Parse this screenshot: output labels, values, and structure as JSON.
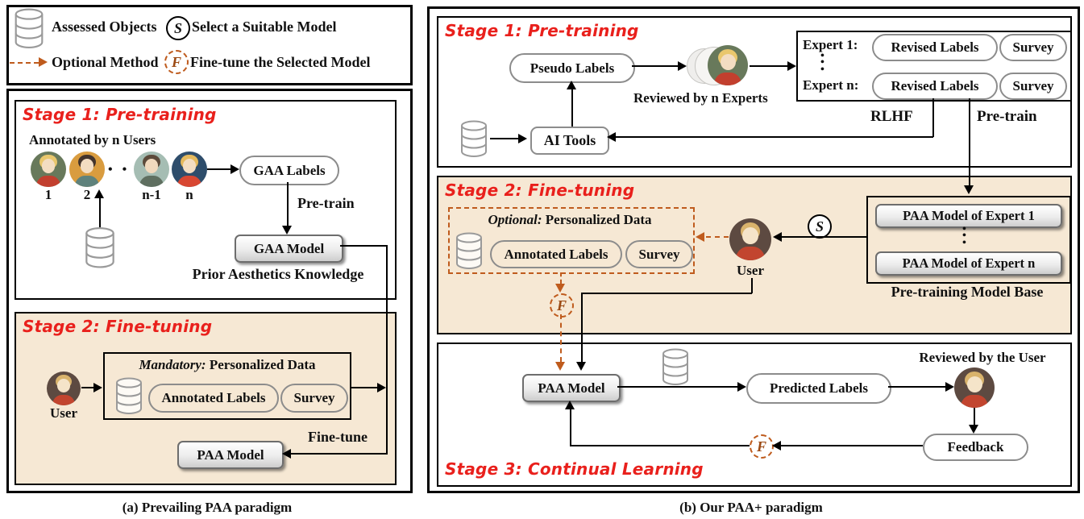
{
  "colors": {
    "accent_red": "#e9201c",
    "accent_orange": "#bf5b1d",
    "panel_beige": "#f6e8d4"
  },
  "symbols": {
    "h_dots": "• • •",
    "v_dots": "•\n•\n•",
    "s": "S",
    "f": "F"
  },
  "legend": {
    "assessed_objects": "Assessed Objects",
    "select_model": "Select a Suitable Model",
    "optional_method": "Optional Method",
    "finetune_model": "Fine-tune the Selected Model"
  },
  "panel_a": {
    "caption": "(a) Prevailing PAA paradigm",
    "stage1": {
      "title": "Stage 1: Pre-training",
      "annotated_by": "Annotated by n Users",
      "user_indices": [
        "1",
        "2",
        "n-1",
        "n"
      ],
      "gaa_labels": "GAA Labels",
      "pretrain": "Pre-train",
      "gaa_model": "GAA Model",
      "prior_knowledge": "Prior Aesthetics Knowledge"
    },
    "stage2": {
      "title": "Stage 2: Fine-tuning",
      "user": "User",
      "mandatory": "Mandatory:",
      "personalized_data": "Personalized Data",
      "annotated_labels": "Annotated Labels",
      "survey": "Survey",
      "finetune": "Fine-tune",
      "paa_model": "PAA Model"
    }
  },
  "panel_b": {
    "caption": "(b) Our PAA+ paradigm",
    "stage1": {
      "title": "Stage 1: Pre-training",
      "pseudo_labels": "Pseudo Labels",
      "ai_tools": "AI Tools",
      "reviewed_by": "Reviewed by n Experts",
      "expert_rows": [
        {
          "label": "Expert 1:",
          "revised": "Revised Labels",
          "survey": "Survey"
        },
        {
          "label": "Expert n:",
          "revised": "Revised Labels",
          "survey": "Survey"
        }
      ],
      "rlhf": "RLHF",
      "pretrain": "Pre-train"
    },
    "stage2": {
      "title": "Stage 2: Fine-tuning",
      "optional": "Optional:",
      "personalized_data": "Personalized Data",
      "annotated_labels": "Annotated Labels",
      "survey": "Survey",
      "user": "User",
      "models": [
        "PAA Model of Expert 1",
        "PAA Model of Expert n"
      ],
      "base_label": "Pre-training Model Base"
    },
    "stage3": {
      "title": "Stage 3: Continual Learning",
      "paa_model": "PAA Model",
      "predicted_labels": "Predicted Labels",
      "reviewed_by": "Reviewed by the User",
      "feedback": "Feedback"
    }
  }
}
